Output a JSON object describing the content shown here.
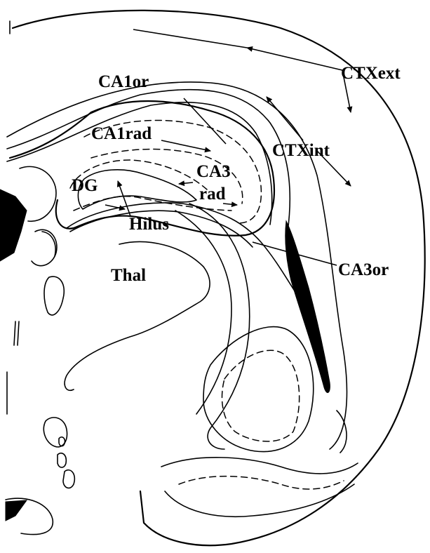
{
  "labels": {
    "ctx_ext": "CTXext",
    "ctx_int": "CTXint",
    "ca1_or": "CA1or",
    "ca1_rad": "CA1rad",
    "ca3_rad_line1": "CA3",
    "ca3_rad_line2": "rad",
    "dg": "DG",
    "hilus": "Hilus",
    "thal": "Thal",
    "ca3_or": "CA3or"
  }
}
